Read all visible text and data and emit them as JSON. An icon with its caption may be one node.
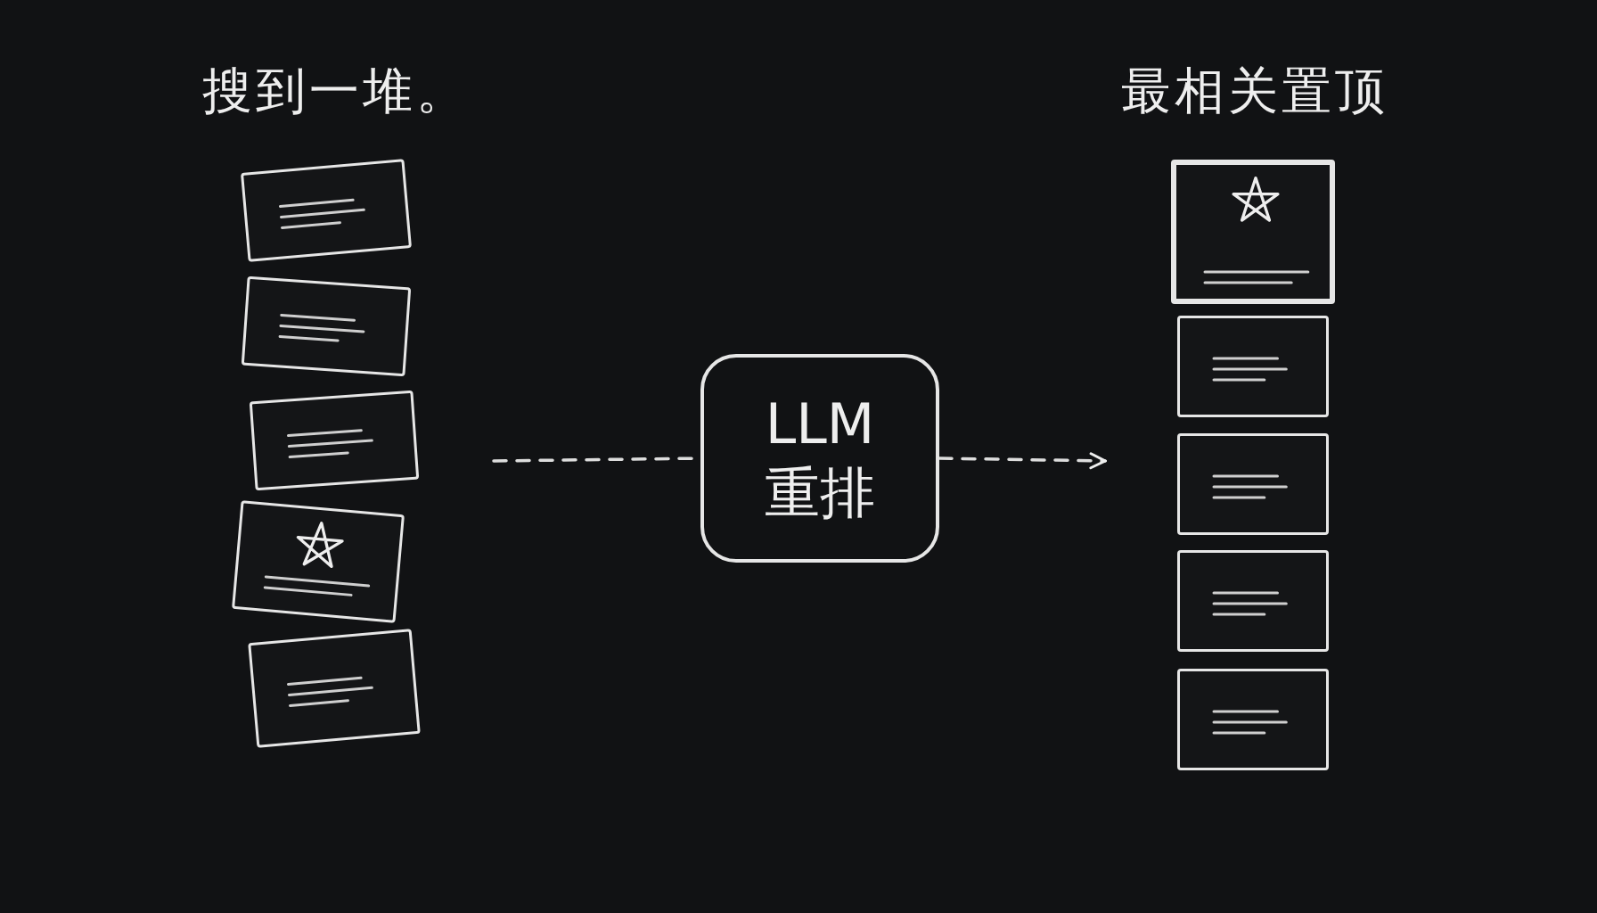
{
  "diagram": {
    "nodes": [
      {
        "text": [],
        "shape": "box"
      },
      {
        "text": [],
        "shape": "box"
      },
      {
        "text": [],
        "shape": "box"
      },
      {
        "text": [],
        "shape": "box"
      },
      {
        "text": [],
        "shape": "box"
      },
      {
        "text": [
          "LLM 重排"
        ]
      },
      {
        "text": [],
        "shape": "box"
      },
      {
        "text": [],
        "shape": "box"
      },
      {
        "text": [],
        "shape": "box"
      },
      {
        "text": [],
        "shape": "box"
      },
      {
        "text": [],
        "shape": "box"
      }
    ],
    "edges": [
      {
        "from": null,
        "to": 5,
        "arrow": "none",
        "style": "dashed"
      },
      {
        "from": 5,
        "to": null,
        "arrow": "to",
        "style": "dashed"
      }
    ],
    "labels": [
      "搜到一堆。",
      "最相关置顶"
    ]
  }
}
